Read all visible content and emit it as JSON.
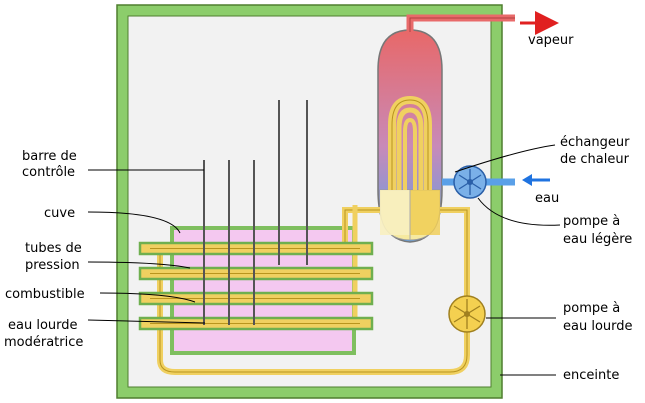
{
  "labels": {
    "vapeur": "vapeur",
    "echangeur_line1": "échangeur",
    "echangeur_line2": "de chaleur",
    "eau": "eau",
    "pompe_legere_line1": "pompe à",
    "pompe_legere_line2": "eau légère",
    "pompe_lourde_line1": "pompe à",
    "pompe_lourde_line2": "eau lourde",
    "enceinte": "enceinte",
    "barre_line1": "barre de",
    "barre_line2": "contrôle",
    "cuve": "cuve",
    "tubes_line1": "tubes de",
    "tubes_line2": "pression",
    "combustible": "combustible",
    "eau_lourde_line1": "eau lourde",
    "eau_lourde_line2": "modératrice"
  },
  "colors": {
    "containment": "#8ccd6b",
    "containment_stroke": "#4f7f2f",
    "moderator": "#f4c8f0",
    "tube_fill": "#f0d060",
    "tube_stroke": "#b8951e",
    "steam_red": "#e86a6a",
    "water_blue": "#5aa0e8",
    "arrow_red": "#e02020",
    "arrow_blue": "#1f73e0",
    "pump_blue": "#7ab0e8",
    "pump_yellow": "#f4d050"
  }
}
